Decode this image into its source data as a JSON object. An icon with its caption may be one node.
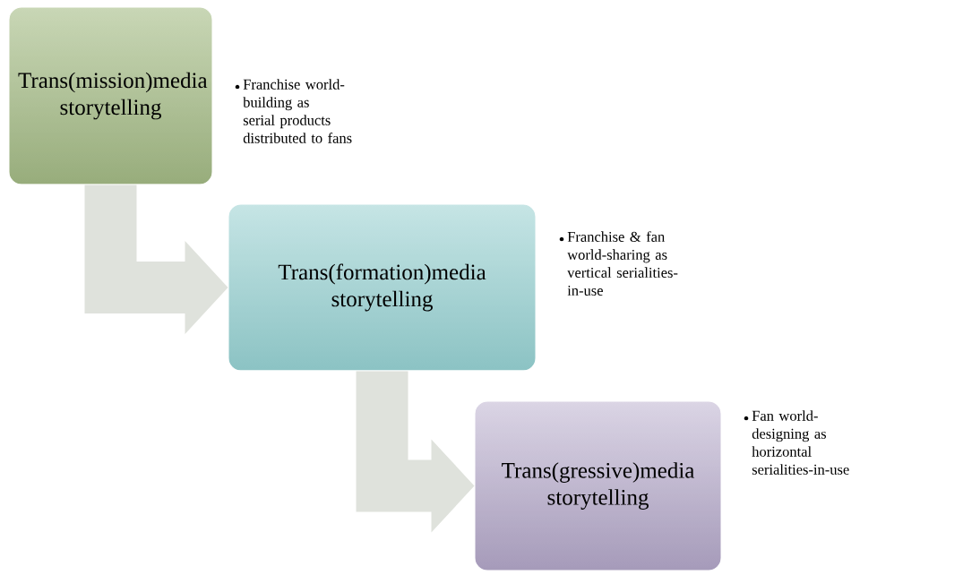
{
  "diagram": {
    "nodes": [
      {
        "text": [
          "Trans(mission)media storytelling"
        ],
        "beside": [
          "Franchise world-building as serial products distributed to fans"
        ]
      },
      {
        "text": [
          "Trans(formation)media storytelling"
        ],
        "beside": [
          "Franchise & fan world-sharing as vertical serialities-in-use"
        ]
      },
      {
        "text": [
          "Trans(gressive)media storytelling"
        ],
        "beside": [
          "Fan world-designing as horizontal serialities-in-use"
        ]
      }
    ],
    "edges": [
      {
        "from": 0,
        "to": 1,
        "arrow": "to"
      },
      {
        "from": 1,
        "to": 2,
        "arrow": "to"
      }
    ]
  }
}
